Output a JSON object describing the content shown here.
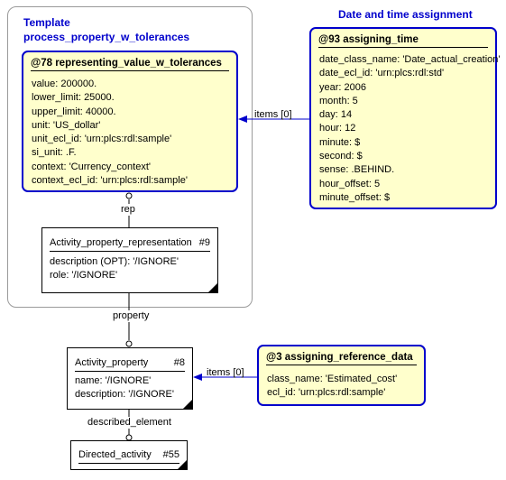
{
  "template": {
    "title_line1": "Template",
    "title_line2": "process_property_w_tolerances"
  },
  "date_time_title": "Date and time assignment",
  "representing_value": {
    "header": "@78 representing_value_w_tolerances",
    "rows": [
      "value: 200000.",
      "lower_limit: 25000.",
      "upper_limit: 40000.",
      "unit: 'US_dollar'",
      "unit_ecl_id: 'urn:plcs:rdl:sample'",
      "si_unit: .F.",
      "context: 'Currency_context'",
      "context_ecl_id: 'urn:plcs:rdl:sample'"
    ]
  },
  "assigning_time": {
    "header": "@93 assigning_time",
    "rows": [
      "date_class_name: 'Date_actual_creation'",
      "date_ecl_id: 'urn:plcs:rdl:std'",
      "year: 2006",
      "month: 5",
      "day: 14",
      "hour: 12",
      "minute: $",
      "second: $",
      "sense: .BEHIND.",
      "hour_offset: 5",
      "minute_offset: $"
    ]
  },
  "activity_property_representation": {
    "name": "Activity_property_representation",
    "number": "#9",
    "rows": [
      "description (OPT): '/IGNORE'",
      "role: '/IGNORE'"
    ]
  },
  "activity_property": {
    "name": "Activity_property",
    "number": "#8",
    "rows": [
      "name: '/IGNORE'",
      "description: '/IGNORE'"
    ]
  },
  "assigning_reference_data": {
    "header": "@3 assigning_reference_data",
    "rows": [
      "class_name: 'Estimated_cost'",
      "ecl_id: 'urn:plcs:rdl:sample'"
    ]
  },
  "directed_activity": {
    "name": "Directed_activity",
    "number": "#55"
  },
  "relation_labels": {
    "rep": "rep",
    "property": "property",
    "items_time": "items [0]",
    "items_ref": "items [0]",
    "described_element": "described_element"
  },
  "colors": {
    "template_blue": "#0000cc",
    "box_fill": "#ffffcc"
  }
}
